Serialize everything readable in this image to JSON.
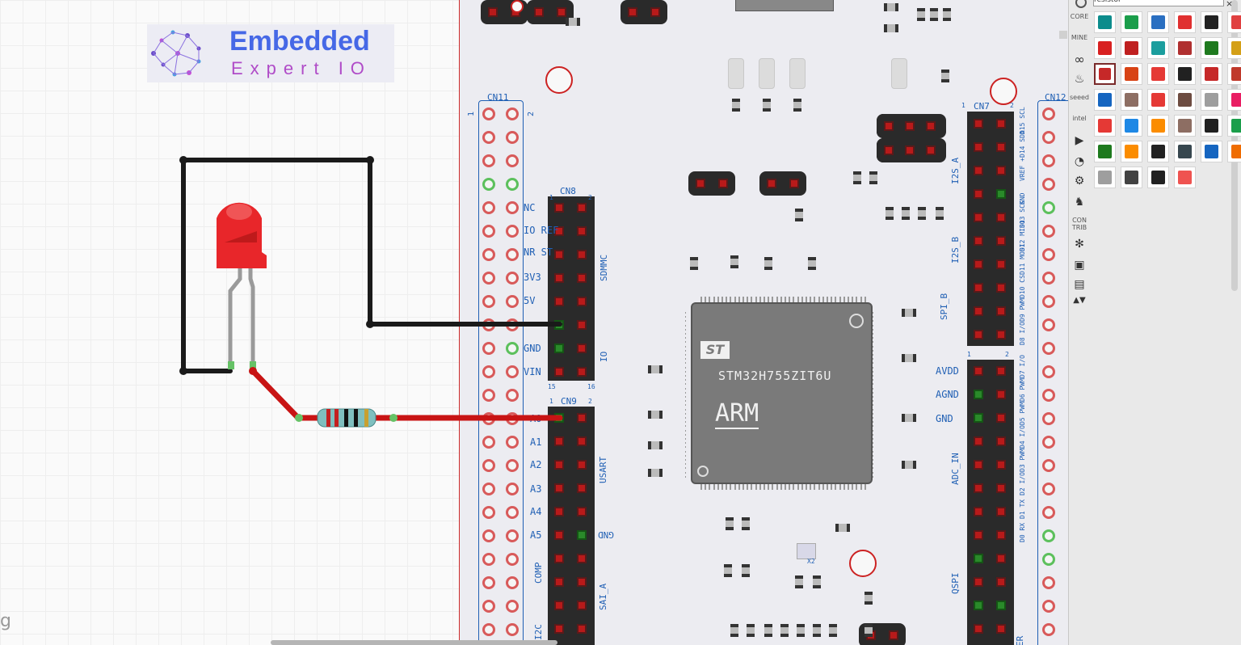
{
  "logo": {
    "line1": "Embedded",
    "line2": "Expert IO"
  },
  "corner_text": "g",
  "board": {
    "cn11": {
      "title": "CN11",
      "pin1": "1",
      "pin2": "2"
    },
    "cn8": {
      "title": "CN8",
      "pin1": "1",
      "pin2": "2",
      "pin15": "15",
      "pin16": "16",
      "labels": [
        "NC",
        "IO REF",
        "NR ST",
        "3V3",
        "5V",
        "GND",
        "VIN"
      ],
      "group_sdmmc": "SDMMC",
      "group_io": "IO"
    },
    "cn9": {
      "title": "CN9",
      "pin1": "1",
      "pin2": "2",
      "labels": [
        "A0",
        "A1",
        "A2",
        "A3",
        "A4",
        "A5"
      ],
      "extra": [
        "COMP",
        "I2C"
      ],
      "groups": [
        "USART",
        "GND",
        "SAI_A"
      ]
    },
    "cn7": {
      "title": "CN7",
      "pin1": "1",
      "pin2": "2",
      "right_labels": [
        "D15 SCL",
        "D14 SDA",
        "VREF +",
        "GND",
        "D13 SCK",
        "D12 MISO",
        "D11 MOSI",
        "D10 CS",
        "D9 PWM",
        "D8 I/O"
      ],
      "groups": [
        "I2S_A",
        "I2S_B",
        "SPI_B"
      ]
    },
    "cn10": {
      "pin1": "1",
      "pin2": "2",
      "left_labels": [
        "AVDD",
        "AGND",
        "GND"
      ],
      "right_labels": [
        "D7 I/O",
        "D6 PWM",
        "D5 PWM",
        "D4 I/O",
        "D3 PWM",
        "D2 I/O",
        "D1 TX",
        "D0 RX"
      ],
      "groups": [
        "ADC_IN",
        "QSPI",
        "ER"
      ]
    },
    "cn12": {
      "title": "CN12"
    },
    "mcu": {
      "brand": "ST",
      "part": "STM32H755ZIT6U",
      "arm": "ARM"
    },
    "crystal": {
      "label": "X2"
    }
  },
  "parts_bin": {
    "tabs": [
      "CORE",
      "MINE",
      "CON TRIB",
      "seeed",
      "intel"
    ],
    "search_value": "resistor",
    "colors": [
      "#0c8c8c",
      "#1b9e4b",
      "#2a6fc1",
      "#e03030",
      "#222",
      "#e04040",
      "#d82020",
      "#c02020",
      "#1b9e9e",
      "#b03030",
      "#1e7a1e",
      "#d4a017",
      "#c62828",
      "#d84315",
      "#e53935",
      "#212121",
      "#c62828",
      "#c0392b",
      "#1565c0",
      "#8d6e63",
      "#e53935",
      "#6d4c41",
      "#9e9e9e",
      "#e91e63",
      "#e53935",
      "#1e88e5",
      "#fb8c00",
      "#8d6e63",
      "#212121",
      "#1b9e4b",
      "#1e7a1e",
      "#fb8c00",
      "#212121",
      "#37474f",
      "#1565c0",
      "#ef6c00",
      "#9e9e9e",
      "#424242",
      "#212121",
      "#ef5350"
    ]
  },
  "circuit": {
    "led_color": "#e8262a",
    "wire_black": "#1a1a1a",
    "wire_red": "#c81414",
    "resistor_body": "#7fbfbf"
  }
}
